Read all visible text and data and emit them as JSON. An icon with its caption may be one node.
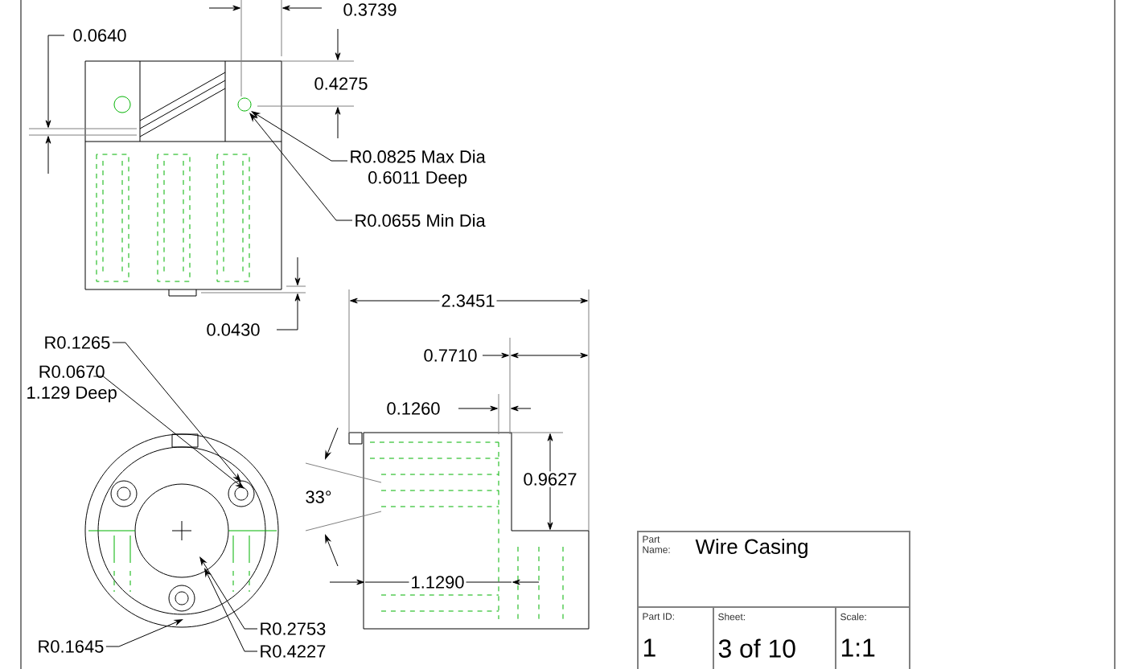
{
  "diagram": {
    "nodes": [
      {
        "text": [],
        "shape": "picture"
      },
      {
        "text": [
          "R0.0825 Max Dia",
          "0.6011 Deep"
        ]
      },
      {
        "text": [
          "R0.0655 Min Dia"
        ]
      },
      {
        "text": [],
        "shape": "picture"
      },
      {
        "text": [
          "R0.1265"
        ]
      },
      {
        "text": [
          "R0.0670",
          "1.129 Deep"
        ]
      },
      {
        "text": [
          "R0.2753"
        ]
      },
      {
        "text": [
          "R0.4227"
        ]
      },
      {
        "text": [
          "R0.1645"
        ]
      },
      {
        "text": [
          "Part Name:",
          "Wire Casing"
        ]
      },
      {
        "text": [
          "Part ID:",
          "1"
        ]
      },
      {
        "text": [
          "Sheet:",
          "3 of 10"
        ]
      },
      {
        "text": [
          "Scale:",
          "1:1"
        ]
      }
    ],
    "edges": [
      {
        "from": 1,
        "to": 0,
        "arrow": "to"
      },
      {
        "from": 2,
        "to": 0,
        "arrow": "to"
      },
      {
        "from": 4,
        "to": 3,
        "arrow": "to"
      },
      {
        "from": 5,
        "to": 3,
        "arrow": "to"
      },
      {
        "from": 6,
        "to": 3,
        "arrow": "to"
      },
      {
        "from": 7,
        "to": 3,
        "arrow": "to"
      },
      {
        "from": 8,
        "to": 3,
        "arrow": "to"
      }
    ],
    "labels": [
      "0.3739",
      "0.0640",
      "0.4275",
      "0.0430",
      "2.3451",
      "0.7710",
      "0.1260",
      "0.9627",
      "33°",
      "1.1290"
    ]
  }
}
